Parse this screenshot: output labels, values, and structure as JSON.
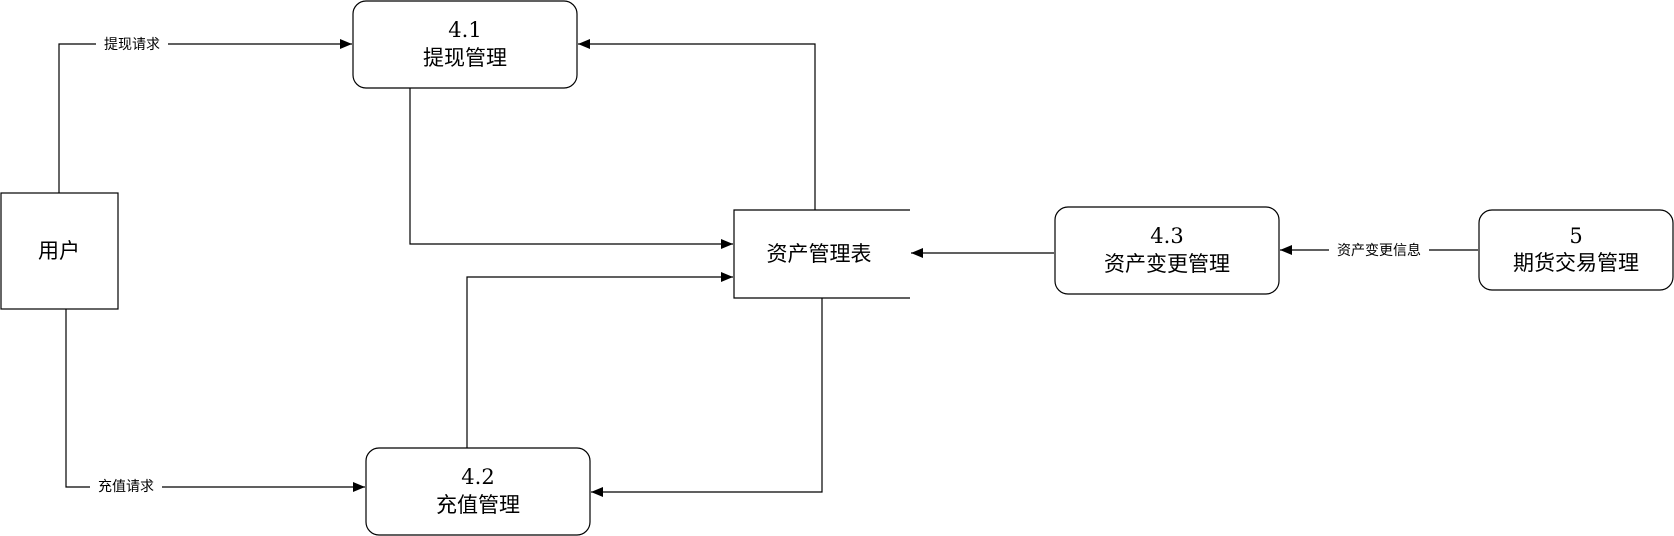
{
  "diagram": {
    "user": {
      "label": "用户"
    },
    "withdraw": {
      "id": "4.1",
      "name": "提现管理"
    },
    "recharge": {
      "id": "4.2",
      "name": "充值管理"
    },
    "asset_change": {
      "id": "4.3",
      "name": "资产变更管理"
    },
    "futures": {
      "id": "5",
      "name": "期货交易管理"
    },
    "asset_table": {
      "label": "资产管理表"
    },
    "edges": {
      "withdraw_request": "提现请求",
      "recharge_request": "充值请求",
      "asset_change_info": "资产变更信息"
    }
  }
}
